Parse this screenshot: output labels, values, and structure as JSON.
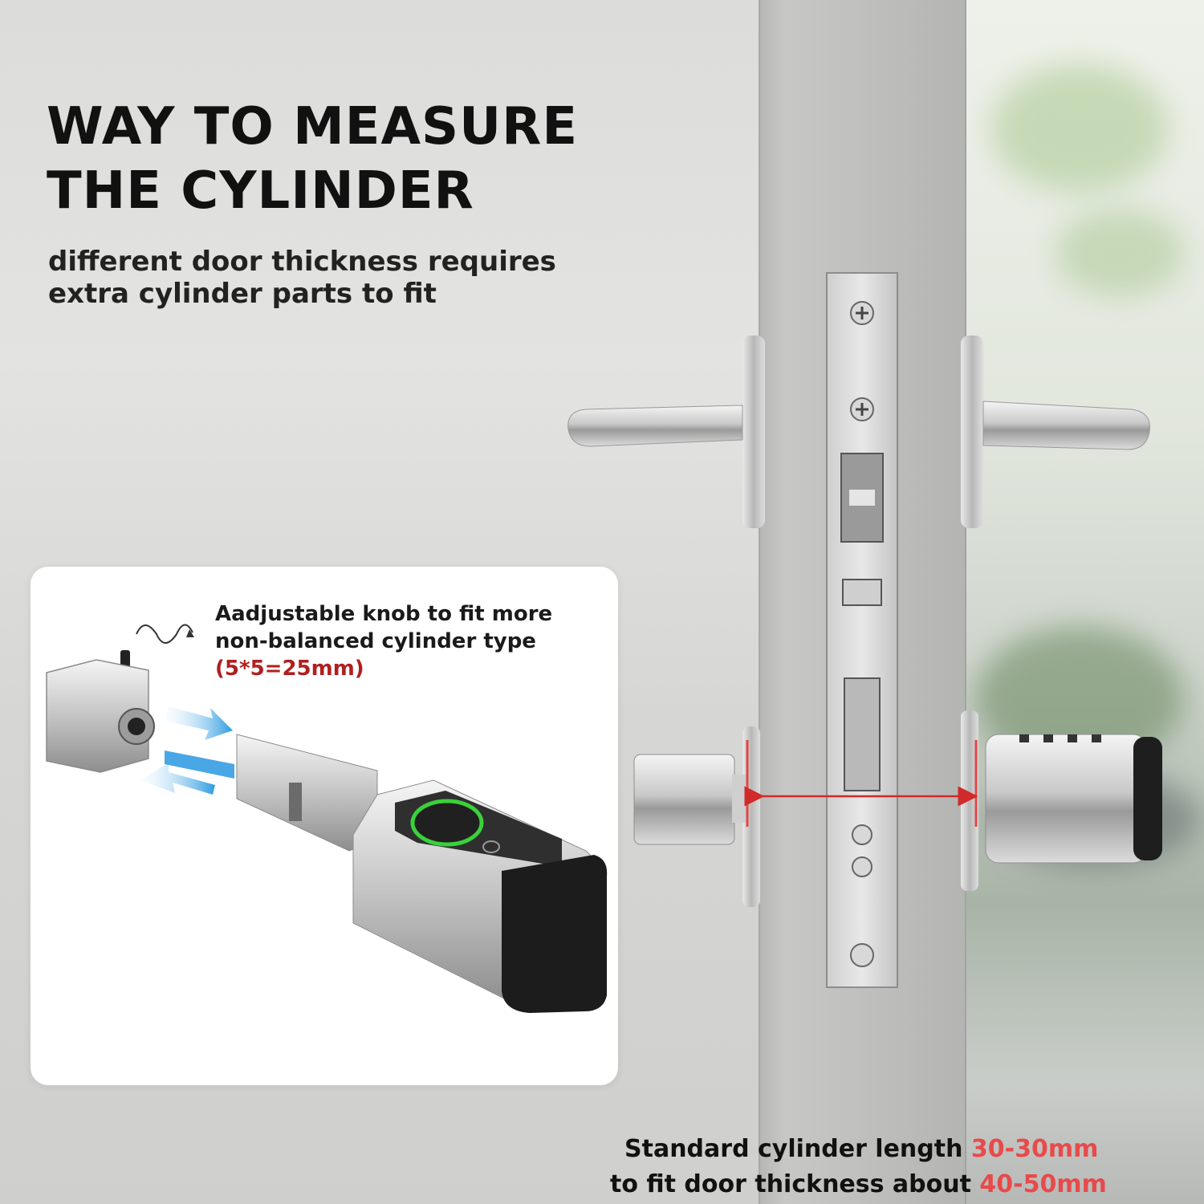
{
  "headline": {
    "line1": "WAY TO MEASURE",
    "line2": "THE CYLINDER"
  },
  "subheadline": {
    "line1": "different door thickness requires",
    "line2": "extra cylinder parts to fit"
  },
  "knob_callout": {
    "line1": "Aadjustable knob to fit more",
    "line2": "non-balanced cylinder type",
    "measure": "(5*5=25mm)"
  },
  "standard_note": {
    "line1_text": "Standard cylinder length ",
    "line1_value": "30-30mm",
    "line2_text": "to fit door thickness about ",
    "line2_value": "40-50mm"
  },
  "colors": {
    "accent_red": "#e84a4a",
    "measure_red": "#b01f1f",
    "fingerprint_ring": "#3ad13a",
    "arrow_blue": "#3aa3e3"
  }
}
